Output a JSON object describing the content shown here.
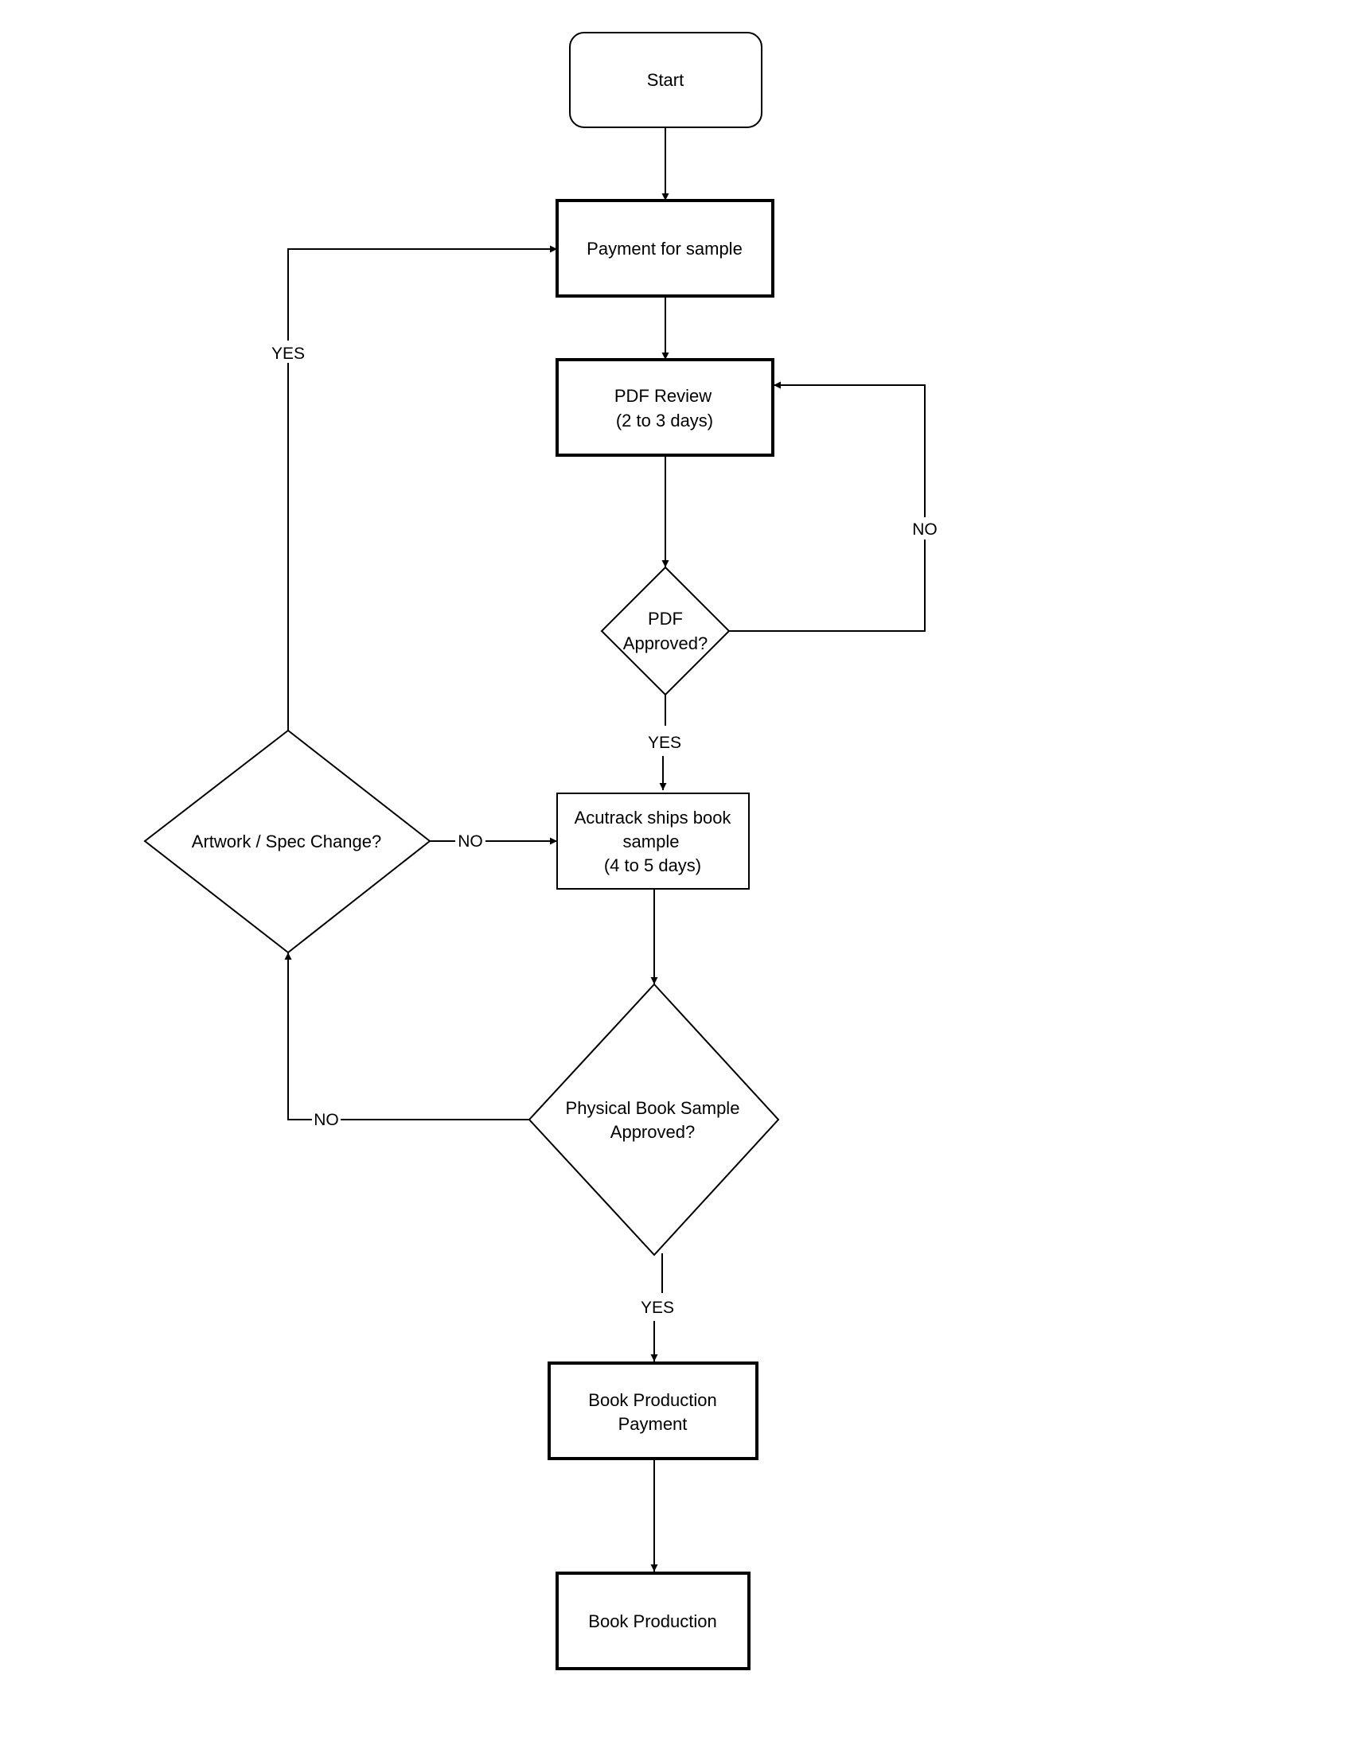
{
  "diagram": {
    "nodes": {
      "start": {
        "lines": [
          "Start"
        ],
        "shape": "rounded-rect"
      },
      "payment_sample": {
        "lines": [
          "Payment for sample"
        ],
        "shape": "rect-bold"
      },
      "pdf_review": {
        "lines": [
          "PDF Review",
          "(2 to 3 days)"
        ],
        "shape": "rect-bold"
      },
      "pdf_approved": {
        "lines": [
          "PDF",
          "Approved?"
        ],
        "shape": "diamond"
      },
      "ships_sample": {
        "lines": [
          "Acutrack ships book",
          "sample",
          "(4 to 5 days)"
        ],
        "shape": "rect"
      },
      "artwork_change": {
        "lines": [
          "Artwork / Spec Change?"
        ],
        "shape": "diamond"
      },
      "physical_approved": {
        "lines": [
          "Physical Book Sample",
          "Approved?"
        ],
        "shape": "diamond"
      },
      "production_payment": {
        "lines": [
          "Book Production",
          "Payment"
        ],
        "shape": "rect-bold"
      },
      "production": {
        "lines": [
          "Book Production"
        ],
        "shape": "rect-bold"
      }
    },
    "edge_labels": {
      "artwork_yes": "YES",
      "pdf_no": "NO",
      "pdf_yes": "YES",
      "artwork_no": "NO",
      "physical_no": "NO",
      "physical_yes": "YES"
    }
  }
}
